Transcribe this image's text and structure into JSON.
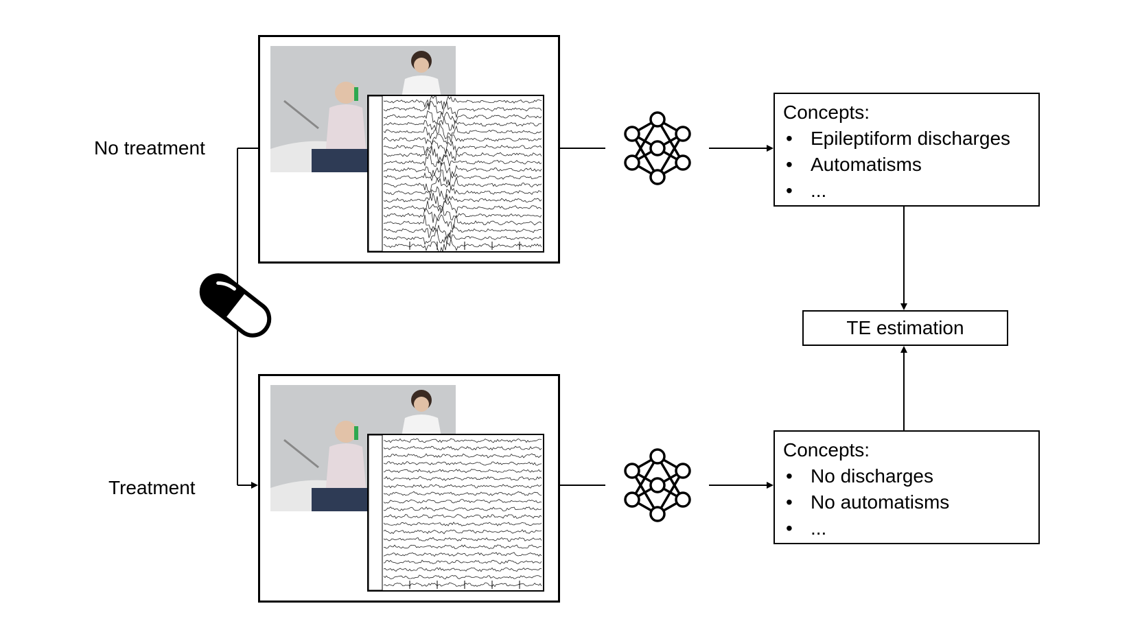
{
  "labels": {
    "no_treatment": "No treatment",
    "treatment": "Treatment"
  },
  "concepts_top": {
    "title": "Concepts:",
    "items": [
      "Epileptiform discharges",
      "Automatisms",
      "..."
    ]
  },
  "concepts_bottom": {
    "title": "Concepts:",
    "items": [
      "No discharges",
      "No automatisms",
      "..."
    ]
  },
  "te_box": {
    "label": "TE estimation"
  },
  "icons": {
    "pill": "pill-icon",
    "network": "neural-network-icon"
  },
  "colors": {
    "line": "#000000",
    "background": "#ffffff",
    "photo_bg": "#c8cacc"
  }
}
